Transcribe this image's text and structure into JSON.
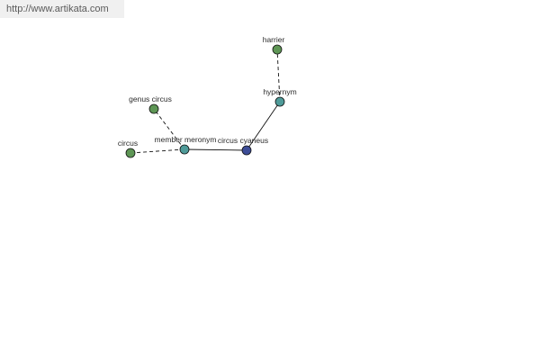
{
  "watermark": {
    "text": "http://www.artikata.com"
  },
  "graph": {
    "colors": {
      "leaf": "#5e9655",
      "relation": "#4f9b99",
      "center": "#3d4d97",
      "edge": "#111111"
    },
    "nodes": [
      {
        "id": "harrier",
        "label": "harrier",
        "kind": "leaf"
      },
      {
        "id": "hypernym",
        "label": "hypernym",
        "kind": "relation"
      },
      {
        "id": "genus-circus",
        "label": "genus circus",
        "kind": "leaf"
      },
      {
        "id": "circus",
        "label": "circus",
        "kind": "leaf"
      },
      {
        "id": "member-meronym",
        "label": "member meronym",
        "kind": "relation"
      },
      {
        "id": "circus-cyaneus",
        "label": "circus cyaneus",
        "kind": "center"
      }
    ],
    "edges": [
      {
        "from": "circus-cyaneus",
        "to": "hypernym",
        "style": "solid"
      },
      {
        "from": "hypernym",
        "to": "harrier",
        "style": "dashed"
      },
      {
        "from": "circus-cyaneus",
        "to": "member-meronym",
        "style": "solid"
      },
      {
        "from": "member-meronym",
        "to": "genus-circus",
        "style": "dashed"
      },
      {
        "from": "member-meronym",
        "to": "circus",
        "style": "dashed"
      }
    ]
  }
}
